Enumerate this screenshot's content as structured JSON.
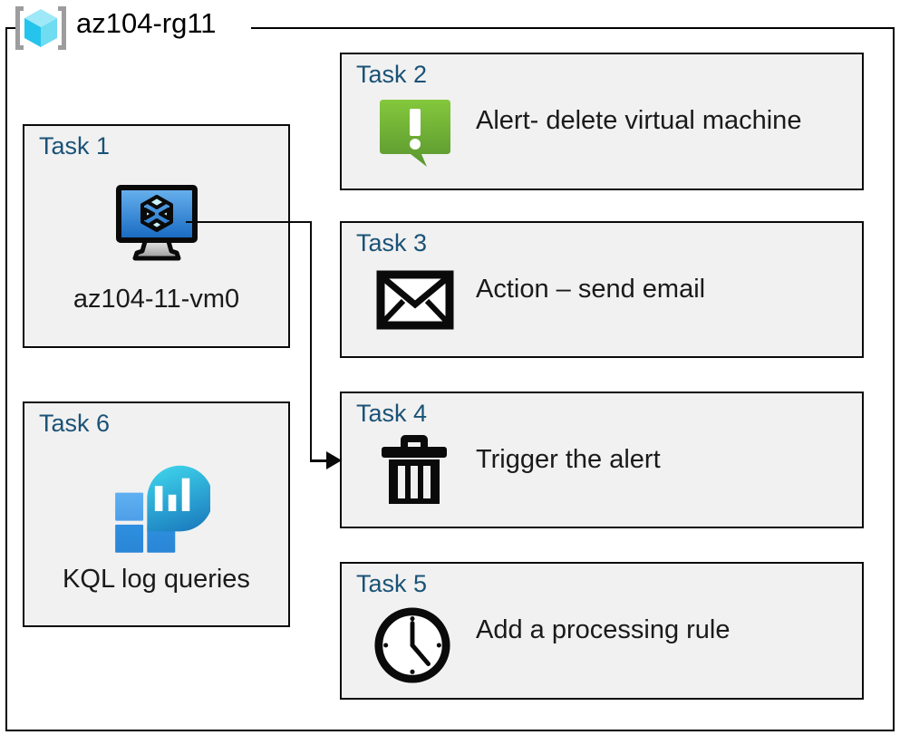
{
  "diagram": {
    "type": "azure-resource-group-diagram",
    "resource_group": {
      "name": "az104-rg11",
      "icon": "resource-group-icon"
    },
    "colors": {
      "task_label": "#1a5276",
      "box_fill": "#f1f1f1",
      "box_border": "#0a0a0a",
      "alert_green_light": "#7ac143",
      "alert_green_dark": "#5e9732",
      "vm_screen_blue_light": "#5ca8ec",
      "vm_screen_blue_dark": "#1668c1",
      "log_analytics_cyan": "#32c8e6",
      "log_analytics_blue": "#1e8fd5"
    },
    "left_column": [
      {
        "label": "Task 1",
        "caption": "az104-11-vm0",
        "icon": "virtual-machine-icon"
      },
      {
        "label": "Task 6",
        "caption": "KQL log queries",
        "icon": "log-analytics-icon"
      }
    ],
    "right_column": [
      {
        "label": "Task 2",
        "caption": "Alert- delete virtual machine",
        "icon": "alert-bubble-icon"
      },
      {
        "label": "Task 3",
        "caption": "Action – send email",
        "icon": "envelope-icon"
      },
      {
        "label": "Task 4",
        "caption": "Trigger the alert",
        "icon": "trash-icon"
      },
      {
        "label": "Task 5",
        "caption": "Add a processing rule",
        "icon": "clock-icon"
      }
    ],
    "connector": {
      "from": "Task 1",
      "to": "Task 4",
      "style": "orthogonal-arrow"
    }
  }
}
